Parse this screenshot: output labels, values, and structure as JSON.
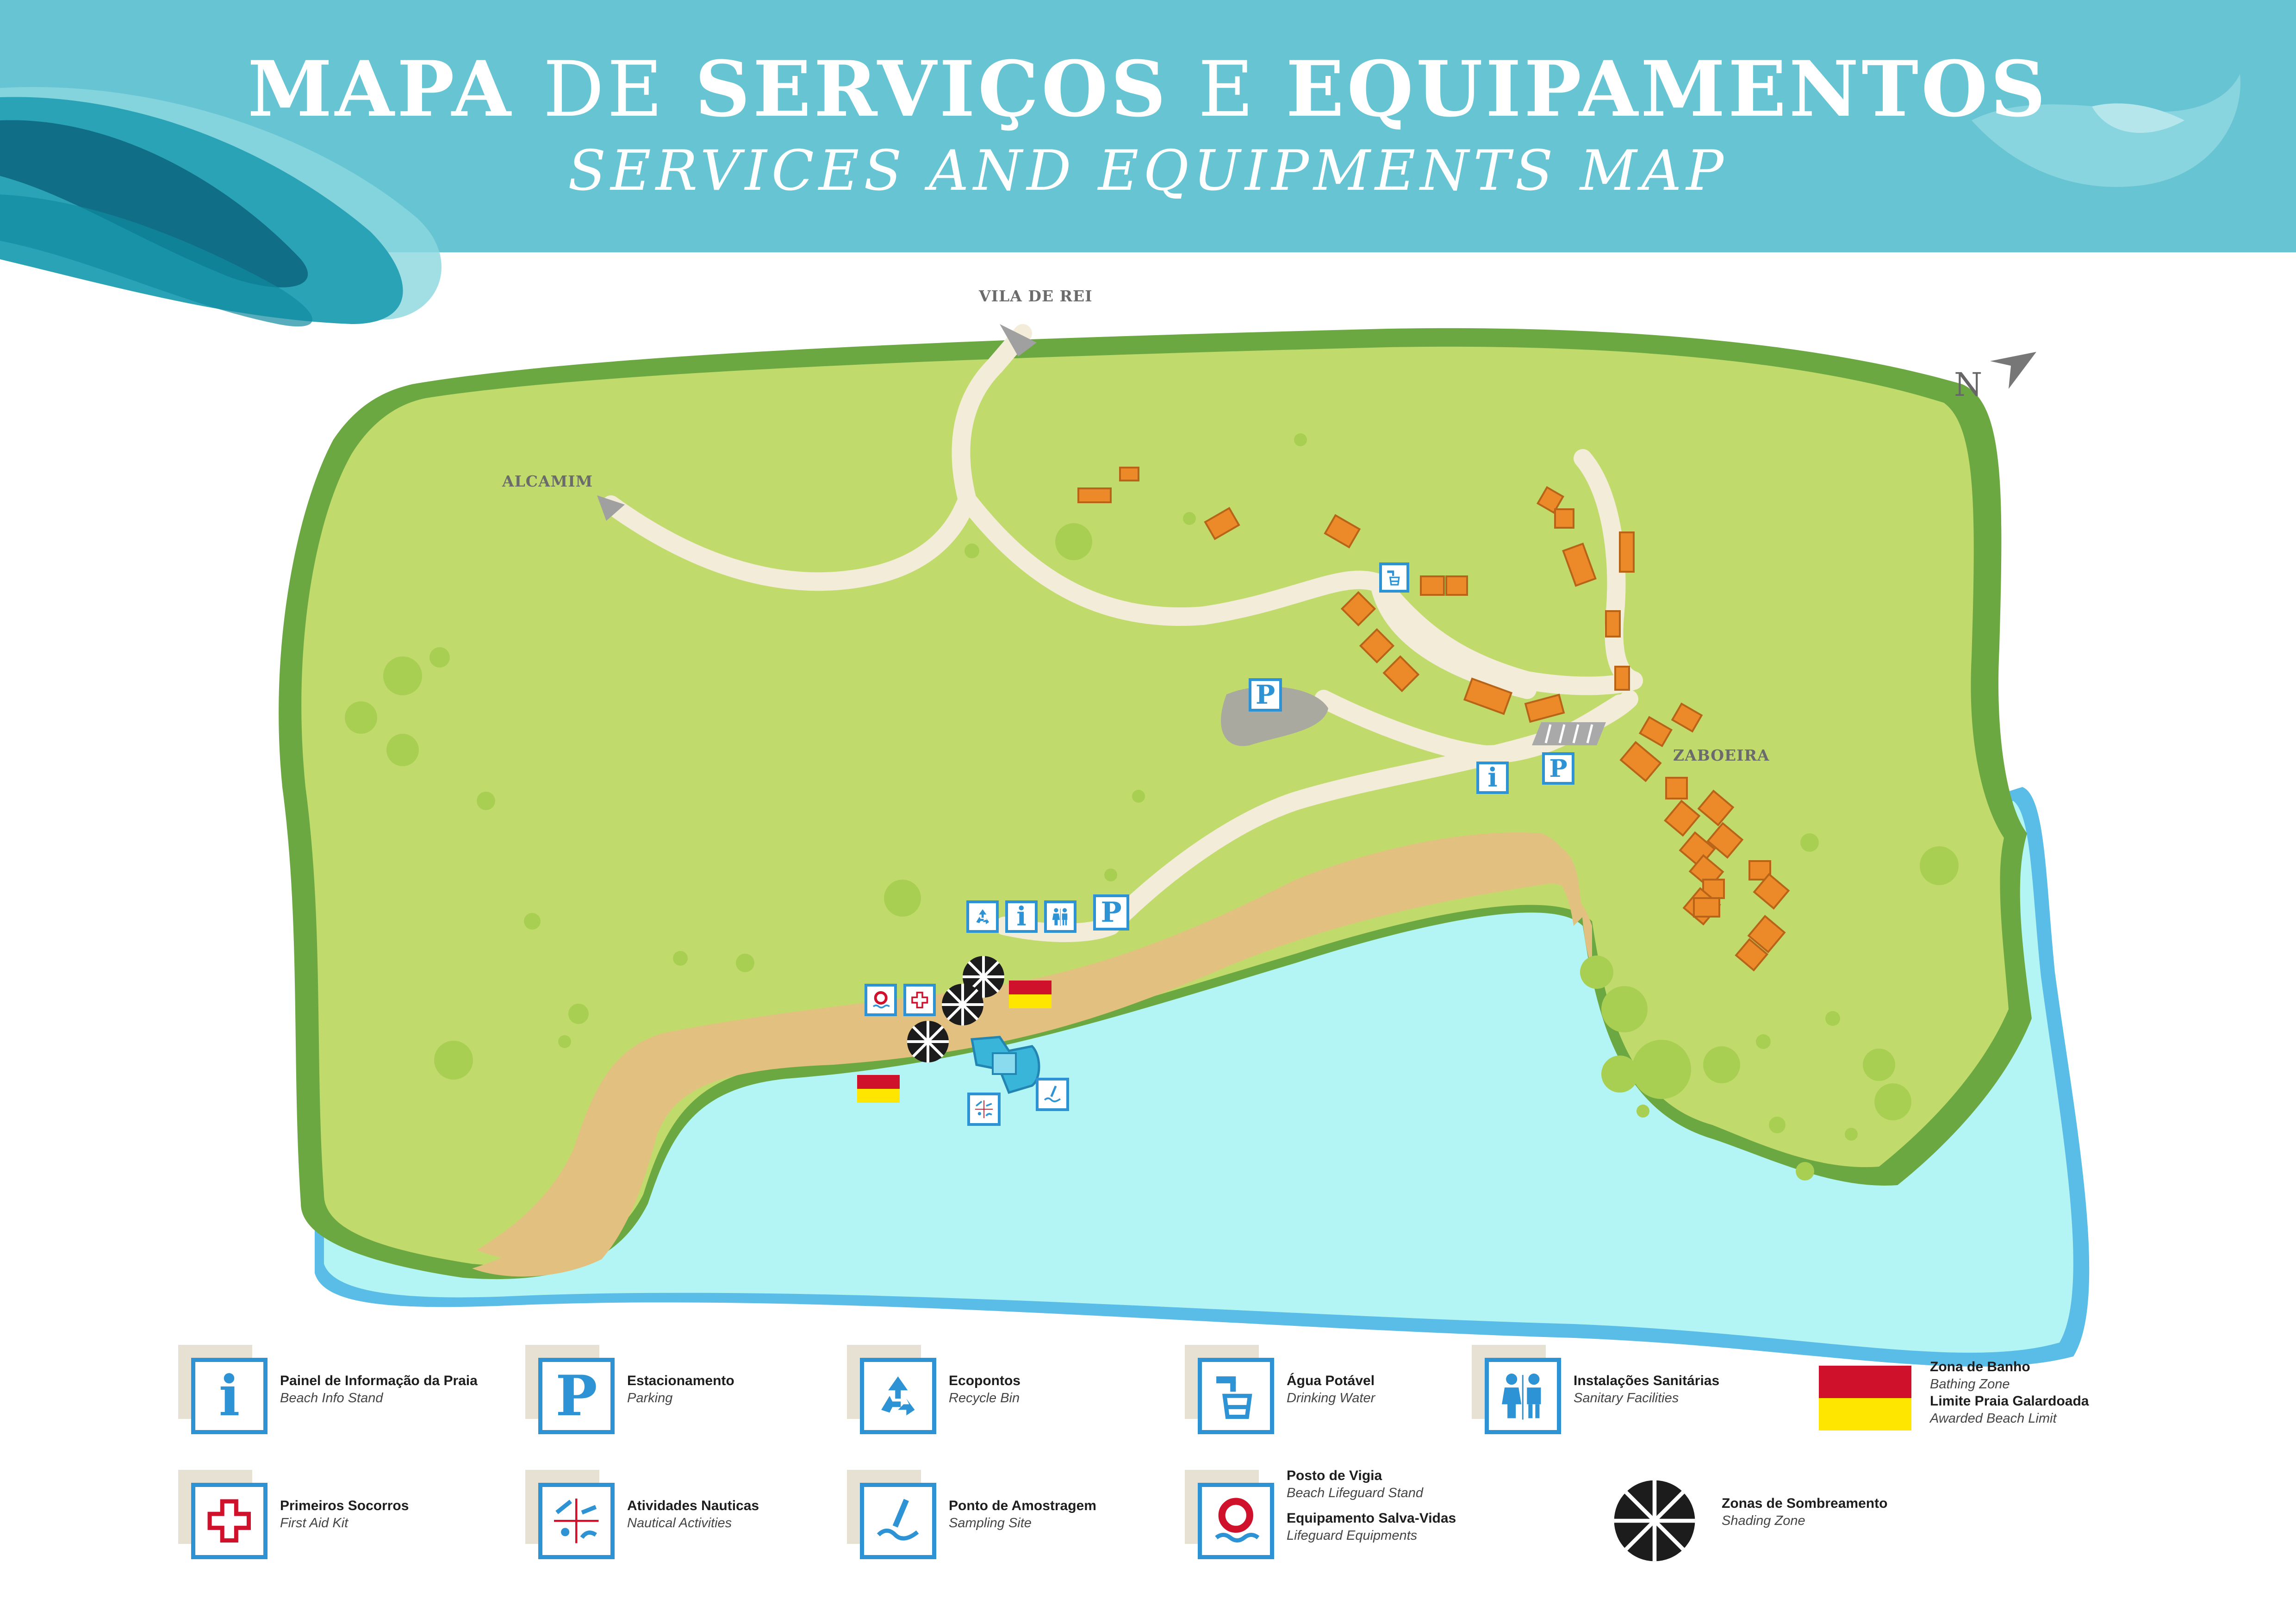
{
  "header": {
    "title_bold_1": "MAPA",
    "title_thin_1": "DE",
    "title_bold_2": "SERVIÇOS",
    "title_thin_2": "E",
    "title_bold_3": "EQUIPAMENTOS",
    "subtitle": "SERVICES AND EQUIPMENTS MAP"
  },
  "map": {
    "places": {
      "vila_de_rei": "VILA DE REI",
      "alcamim": "ALCAMIM",
      "zaboeira": "ZABOEIRA"
    },
    "north_label": "N",
    "colors": {
      "land": "#c1da6c",
      "land_edge": "#6ca842",
      "water": "#b3f5f4",
      "water_edge": "#5abde8",
      "sand": "#e2c180",
      "road": "#f2ecd8",
      "roof": "#ec8a2a",
      "tree": "#a8cf52",
      "header": "#67c5d3"
    },
    "icon_symbols": {
      "info": "i",
      "parking": "P"
    }
  },
  "legend": [
    {
      "icon": "info-icon",
      "pt": "Painel de Informação da Praia",
      "en": "Beach Info Stand"
    },
    {
      "icon": "parking-icon",
      "pt": "Estacionamento",
      "en": "Parking"
    },
    {
      "icon": "recycle-icon",
      "pt": "Ecopontos",
      "en": "Recycle Bin"
    },
    {
      "icon": "drinking-water-icon",
      "pt": "Água Potável",
      "en": "Drinking Water"
    },
    {
      "icon": "toilets-icon",
      "pt": "Instalações Sanitárias",
      "en": "Sanitary Facilities"
    },
    {
      "icon": "flag-icon",
      "pt": "Zona de Banho",
      "en": "Bathing Zone",
      "pt2": "Limite Praia Galardoada",
      "en2": "Awarded Beach Limit"
    },
    {
      "icon": "first-aid-icon",
      "pt": "Primeiros Socorros",
      "en": "First Aid Kit"
    },
    {
      "icon": "nautical-icon",
      "pt": "Atividades Nauticas",
      "en": "Nautical Activities"
    },
    {
      "icon": "sampling-icon",
      "pt": "Ponto de Amostragem",
      "en": "Sampling Site"
    },
    {
      "icon": "lifeguard-icon",
      "pt": "Posto de Vigia",
      "en": "Beach Lifeguard Stand",
      "pt2": "Equipamento Salva-Vidas",
      "en2": "Lifeguard Equipments"
    },
    {
      "icon": "umbrella-icon",
      "pt": "Zonas de Sombreamento",
      "en": "Shading Zone"
    }
  ]
}
